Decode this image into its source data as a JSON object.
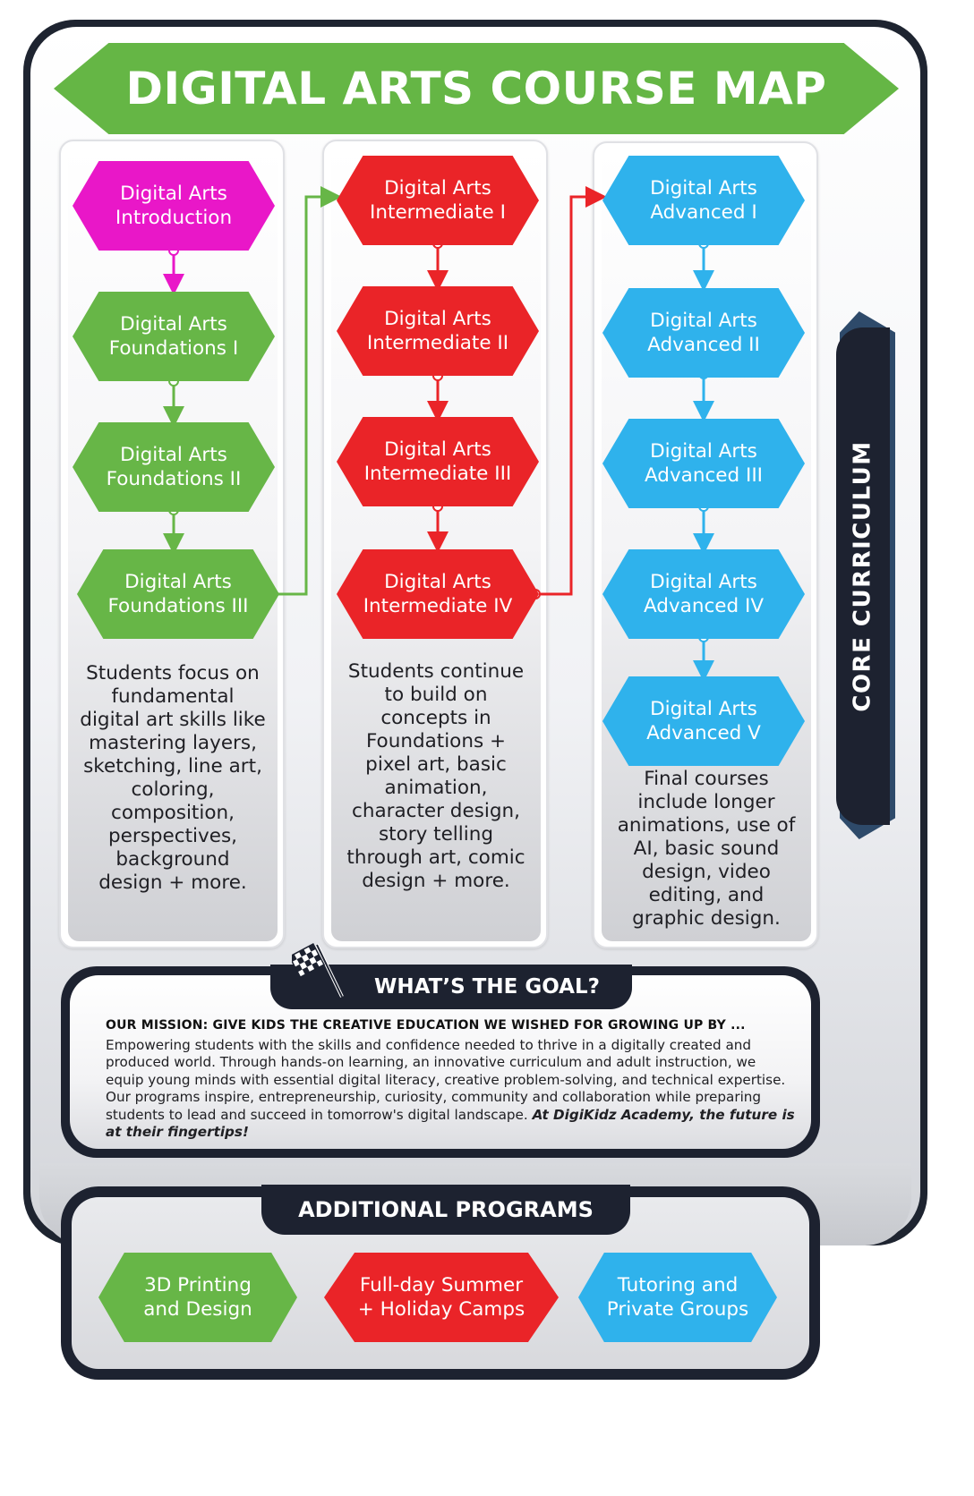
{
  "title": "DIGITAL ARTS COURSE MAP",
  "colors": {
    "introduction": "#e917c8",
    "foundations": "#67b647",
    "intermediate": "#ea2428",
    "advanced": "#2fb2ec",
    "dark_panel": "#1d2230"
  },
  "side_tab": "CORE CURRICULUM",
  "columns": [
    {
      "courses": [
        "Digital Arts\nIntroduction",
        "Digital Arts\nFoundations I",
        "Digital Arts\nFoundations II",
        "Digital Arts\nFoundations III"
      ],
      "description": "Students focus on\nfundamental\ndigital art skills like\nmastering layers,\nsketching, line art,\ncoloring,\ncomposition,\nperspectives,\nbackground\ndesign + more."
    },
    {
      "courses": [
        "Digital Arts\nIntermediate I",
        "Digital Arts\nIntermediate II",
        "Digital Arts\nIntermediate III",
        "Digital Arts\nIntermediate IV"
      ],
      "description": "Students continue\nto build on\nconcepts in\nFoundations +\npixel art, basic\nanimation,\ncharacter design,\nstory telling\nthrough art, comic\ndesign + more."
    },
    {
      "courses": [
        "Digital Arts\nAdvanced I",
        "Digital Arts\nAdvanced II",
        "Digital Arts\nAdvanced III",
        "Digital Arts\nAdvanced IV",
        "Digital Arts\nAdvanced V"
      ],
      "description": "Final courses\ninclude longer\nanimations, use of\nAI, basic sound\ndesign, video\nediting, and\ngraphic design."
    }
  ],
  "goal": {
    "title": "WHAT’S THE GOAL?",
    "icon": "checkered-flag-icon",
    "mission_heading": "OUR MISSION: GIVE KIDS THE CREATIVE EDUCATION WE WISHED FOR GROWING UP BY ...",
    "body": "Empowering students with the skills and confidence needed to thrive in a digitally created and produced world. Through hands-on learning, an innovative curriculum and adult instruction, we equip young minds with essential digital literacy, creative problem-solving, and technical expertise. Our programs inspire, entrepreneurship, curiosity, community and collaboration while  preparing students to lead and succeed in tomorrow's digital landscape.",
    "closing": "At DigiKidz Academy, the future is at their fingertips!"
  },
  "programs": {
    "title": "ADDITIONAL PROGRAMS",
    "items": [
      "3D Printing\nand Design",
      "Full-day Summer\n+ Holiday Camps",
      "Tutoring and\nPrivate Groups"
    ]
  }
}
